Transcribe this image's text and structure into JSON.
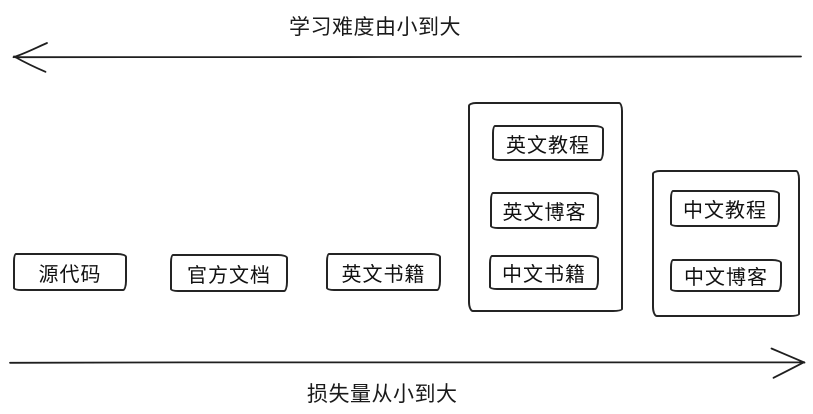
{
  "axes": {
    "top": {
      "label": "学习难度由小到大",
      "direction": "left"
    },
    "bottom": {
      "label": "损失量从小到大",
      "direction": "right"
    }
  },
  "nodes": {
    "source_code": "源代码",
    "official_docs": "官方文档",
    "english_books": "英文书籍"
  },
  "groups": {
    "middle": {
      "items": [
        "英文教程",
        "英文博客",
        "中文书籍"
      ]
    },
    "right": {
      "items": [
        "中文教程",
        "中文博客"
      ]
    }
  },
  "colors": {
    "stroke": "#242424",
    "text": "#1a1a1a",
    "background": "#ffffff"
  }
}
